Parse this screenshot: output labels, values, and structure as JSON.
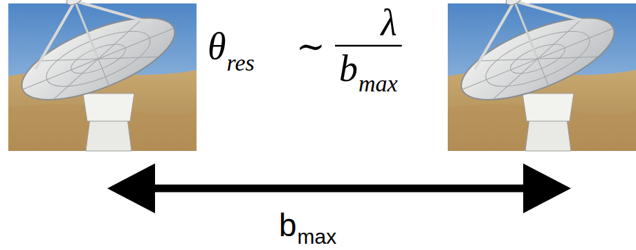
{
  "diagram": {
    "labels": [
      "θ",
      "res",
      "∼",
      "λ",
      "b",
      "max",
      "b",
      "max"
    ]
  }
}
